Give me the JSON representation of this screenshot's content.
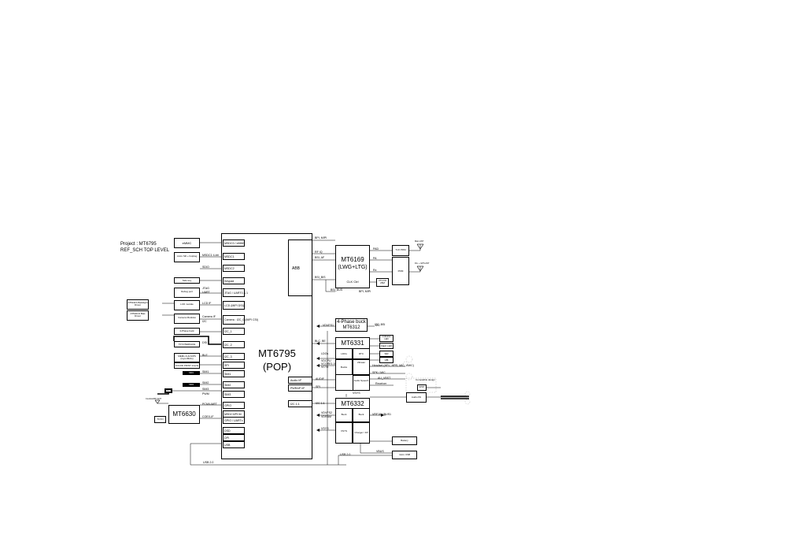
{
  "title": {
    "project": "Project : MT6795",
    "subtitle": "REF_SCH TOP LEVEL"
  },
  "soc": {
    "name": "MT6795",
    "package": "(POP)",
    "abb": "ABB",
    "pins_left": [
      "MSDC0 / eMMC",
      "MSDC1",
      "MSDC2",
      "Keypad",
      "JTAG / UART0 & 1",
      "LCD (MIPI DSI)",
      "Camera : I2C_0 (MIPI CSI)",
      "I2C_1",
      "I2C_2",
      "I2C_3",
      "SPI",
      "SIM1",
      "SIM2",
      "SIM3",
      "GPIO",
      "MSDC3/PCM",
      "GPIO / UARTx",
      "DSD",
      "DPI",
      "USB"
    ],
    "pins_right": [
      "Audio I/F",
      "PWRAP I/F",
      "I2C 1:1"
    ]
  },
  "left_blocks": {
    "emmc": "eMMC",
    "microsd": "micro SD + hotplug",
    "sidekey": "Side key",
    "debug": "Debug port",
    "lcd": "LCD module",
    "camera": "Camera Modules",
    "phase_buck": "4-Phase buck",
    "tp": "TP INTERFACE",
    "mems": "MEMs & ALS/PS (Gyro/MAG)",
    "nfc": "FOLRD PRINT Interfa",
    "sim1": "SIM1",
    "sim2": "SIM2",
    "nfcs": "NFCS",
    "mt6630": "MT6630",
    "tcxo": "TCXO",
    "backlight": "AT5311S Backlight Driver",
    "bias": "AT5321D Bias Driver",
    "antenna": "Combo/WiFi ANT"
  },
  "left_wire_labels": [
    "MSDC1 4-bit",
    "SDIO",
    "JTAG",
    "UART",
    "LCD IF",
    "Camera IF",
    "I2C",
    "DSI",
    "BLE",
    "SIM1",
    "SIM2",
    "SIM3",
    "PWM",
    "PCM/UART",
    "COEX-IF"
  ],
  "mt6169": {
    "name": "MT6169",
    "sub": "(LWG+LTG)",
    "clk": "CLK Ctrl",
    "vctcxo": "VTCXO 26M",
    "txo_pdm": "TxO PDM",
    "pdm": "PDM",
    "labels": [
      "BPI, MIPI",
      "RF IQ",
      "BSI, AF",
      "BSI_BIS",
      "BSI_BUS",
      "BPI, MIPI",
      "PAD",
      "PA",
      "Rx"
    ],
    "ant_main": "Main ANT",
    "ant_div": "Div. + GPS ANT"
  },
  "phase4": {
    "line1": "4-Phase buck",
    "line2": "MT6312",
    "in": "VDVFS1",
    "out": "I2C"
  },
  "mt6331": {
    "name": "MT6331",
    "ldos": "LDOs",
    "rtc": "RTC",
    "bucks": "Bucks",
    "vibrator": "Vibrator",
    "audio": "Audio Speech",
    "indicator": "Indicator LED",
    "flash": "Flash LED",
    "sir": "SIR",
    "vib": "VIB",
    "labels": [
      "I2C, BSI",
      "LDOs",
      "VDCPU",
      "VCORE1.0",
      "VCT8",
      "Headset (HPL, HPR, MIC, VMIC)",
      "SPK / MIC",
      "Receiver",
      "AU_VBST",
      "AUDIF",
      "SPI",
      "VSYS",
      "BLC, BE"
    ]
  },
  "mt6332": {
    "name": "MT6332",
    "buck1": "Buck",
    "buck2": "Buck",
    "vsys": "VSYS",
    "charger": "Charger / FP",
    "labels": [
      "VDVFS2",
      "VDRAM",
      "VSYS",
      "VRF18 VBUS1",
      "I2C 1:1",
      "VBUS"
    ]
  },
  "right_blocks": {
    "battery": "Battery",
    "microusb": "micro USB",
    "audiopa": "Audio PA",
    "spdt": "SPDT",
    "compatible": "Compatible design",
    "usb": "USB 2.0"
  }
}
